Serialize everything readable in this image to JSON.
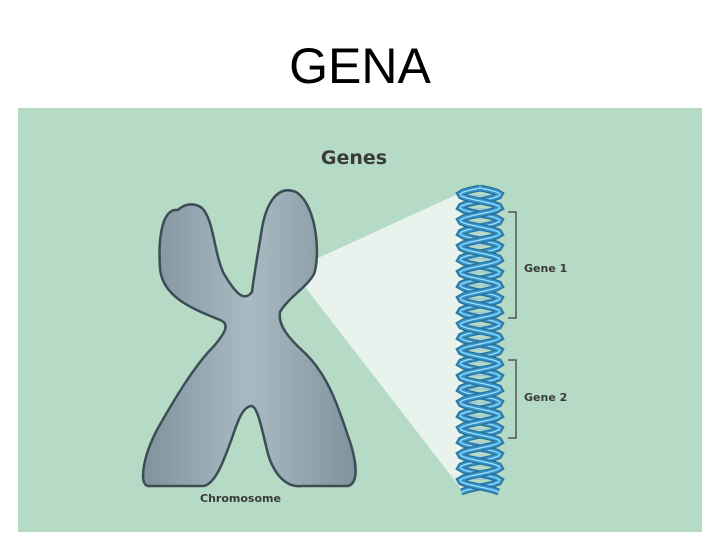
{
  "slide": {
    "title": "GENA"
  },
  "diagram": {
    "title": "Genes",
    "labels": {
      "gene_1": "Gene 1",
      "gene_2": "Gene 2",
      "chromosome": "Chromosome"
    },
    "colors": {
      "background": "#b5dac5",
      "chromosome_gray": "#8fa3ad",
      "band_blue": "#3aa6dc",
      "band_light": "#8fd0f0",
      "outline": "#3d4d55",
      "zoom_cone": "#e9f3ee",
      "dna_blue": "#2e95cf",
      "bracket": "#555555"
    }
  }
}
